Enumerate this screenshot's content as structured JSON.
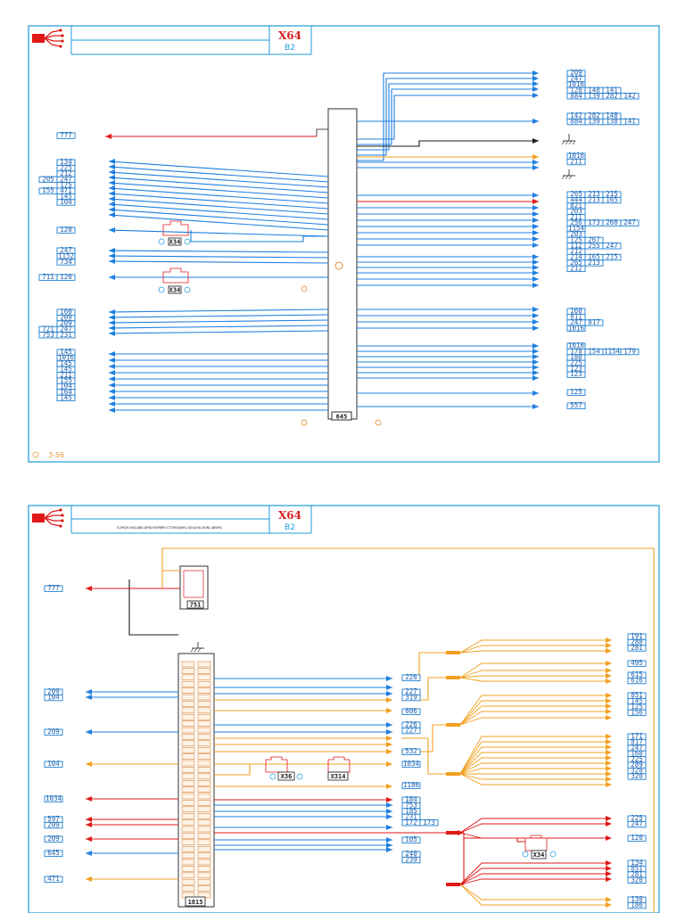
{
  "sheet1": {
    "title": "X64",
    "subtitle": "B2",
    "page_ref": "3-56",
    "page_ref_icon": "circle-marker-icon",
    "connector_label": "645",
    "left_refs": [
      {
        "rows": [
          [
            "777"
          ]
        ]
      },
      {
        "rows": [
          [
            "134"
          ],
          [
            "225"
          ],
          [
            "212"
          ],
          [
            "205",
            "247"
          ],
          [
            "175"
          ],
          [
            "155",
            "471"
          ],
          [
            "145"
          ],
          [
            "104"
          ]
        ]
      },
      {
        "rows": [
          [
            "120"
          ]
        ]
      },
      {
        "rows": [
          [
            "247"
          ],
          [
            "1152"
          ],
          [
            "734"
          ]
        ]
      },
      {
        "rows": [
          [
            "711",
            "120"
          ]
        ]
      },
      {
        "rows": [
          [
            "160"
          ],
          [
            "209"
          ],
          [
            "209"
          ],
          [
            "721",
            "247"
          ],
          [
            "753",
            "231"
          ]
        ]
      },
      {
        "rows": [
          [
            "145"
          ],
          [
            "1016"
          ],
          [
            "145"
          ],
          [
            "145"
          ],
          [
            "211"
          ],
          [
            "155"
          ],
          [
            "104"
          ],
          [
            "164"
          ],
          [
            "145"
          ]
        ]
      }
    ],
    "right_refs": [
      {
        "rows": [
          [
            "209"
          ],
          [
            "247"
          ],
          [
            "1016"
          ],
          [
            "128",
            "148",
            "141"
          ],
          [
            "884",
            "139",
            "282",
            "142"
          ]
        ]
      },
      {
        "rows": [
          [
            "142",
            "282",
            "148"
          ],
          [
            "884",
            "139",
            "138",
            "141"
          ]
        ]
      },
      {
        "rows": [
          [
            "1016"
          ],
          [
            "211"
          ]
        ]
      },
      {
        "rows": [
          [
            "265",
            "213",
            "215"
          ],
          [
            "444",
            "213",
            "165"
          ],
          [
            "821"
          ],
          [
            "203"
          ],
          [
            "211"
          ],
          [
            "256",
            "173",
            "268",
            "247"
          ],
          [
            "1154"
          ],
          [
            "203"
          ],
          [
            "125",
            "267"
          ],
          [
            "112",
            "255",
            "247"
          ],
          [
            "212"
          ],
          [
            "214",
            "165",
            "215"
          ],
          [
            "265",
            "213"
          ],
          [
            "212"
          ]
        ]
      },
      {
        "rows": [
          [
            "160"
          ],
          [
            "811"
          ],
          [
            "247",
            "817"
          ],
          [
            "1016"
          ]
        ]
      },
      {
        "rows": [
          [
            "1016"
          ],
          [
            "178",
            "154",
            "1154",
            "179"
          ],
          [
            "180"
          ],
          [
            "225"
          ],
          [
            "123"
          ],
          [
            "123"
          ]
        ]
      },
      {
        "rows": [
          [
            "125"
          ]
        ]
      },
      {
        "rows": [
          [
            "557"
          ]
        ]
      }
    ],
    "component_labels": [
      "X34",
      "X34"
    ]
  },
  "sheet2": {
    "title": "X64",
    "subtitle": "B2",
    "header_text": "E2PIQ9-HXGABICAPBCH0PBPN CTORGAMEL SEACHA BUNL3BVMS",
    "connector_label": "1815",
    "relay_label": "751",
    "left_refs": [
      {
        "rows": [
          [
            "777"
          ]
        ]
      },
      {
        "rows": [
          [
            "209"
          ],
          [
            "104"
          ]
        ]
      },
      {
        "rows": [
          [
            "209"
          ]
        ]
      },
      {
        "rows": [
          [
            "104"
          ]
        ]
      },
      {
        "rows": [
          [
            "1034"
          ]
        ]
      },
      {
        "rows": [
          [
            "597"
          ],
          [
            "209"
          ]
        ]
      },
      {
        "rows": [
          [
            "209"
          ]
        ]
      },
      {
        "rows": [
          [
            "645"
          ]
        ]
      },
      {
        "rows": [
          [
            "471"
          ]
        ]
      }
    ],
    "mid_refs": [
      {
        "rows": [
          [
            "226"
          ]
        ]
      },
      {
        "rows": [
          [
            "227"
          ],
          [
            "319"
          ]
        ]
      },
      {
        "rows": [
          [
            "606"
          ]
        ]
      },
      {
        "rows": [
          [
            "226"
          ],
          [
            "227"
          ]
        ]
      },
      {
        "rows": [
          [
            "532"
          ]
        ]
      },
      {
        "rows": [
          [
            "1034"
          ]
        ]
      },
      {
        "rows": [
          [
            "1186"
          ]
        ]
      },
      {
        "rows": [
          [
            "184"
          ],
          [
            "753"
          ],
          [
            "185"
          ],
          [
            "231"
          ],
          [
            "172",
            "173"
          ]
        ]
      },
      {
        "rows": [
          [
            "105"
          ]
        ]
      },
      {
        "rows": [
          [
            "240"
          ],
          [
            "239"
          ]
        ]
      }
    ],
    "right_refs": [
      {
        "rows": [
          [
            "191"
          ],
          [
            "288"
          ],
          [
            "281"
          ]
        ]
      },
      {
        "rows": [
          [
            "495"
          ]
        ]
      },
      {
        "rows": [
          [
            "615"
          ],
          [
            "616"
          ]
        ]
      },
      {
        "rows": [
          [
            "851"
          ],
          [
            "145"
          ],
          [
            "125"
          ],
          [
            "156"
          ]
        ]
      },
      {
        "rows": [
          [
            "171"
          ],
          [
            "817"
          ],
          [
            "247"
          ],
          [
            "160"
          ],
          [
            "225"
          ],
          [
            "289"
          ],
          [
            "320"
          ],
          [
            "320"
          ]
        ]
      },
      {
        "rows": [
          [
            "225"
          ],
          [
            "247"
          ]
        ]
      },
      {
        "rows": [
          [
            "120"
          ]
        ]
      },
      {
        "rows": [
          [
            "134"
          ],
          [
            "851"
          ],
          [
            "281"
          ],
          [
            "320"
          ]
        ]
      },
      {
        "rows": [
          [
            "130"
          ],
          [
            "186"
          ]
        ]
      }
    ],
    "component_labels": [
      "X36",
      "X314",
      "X34"
    ]
  }
}
